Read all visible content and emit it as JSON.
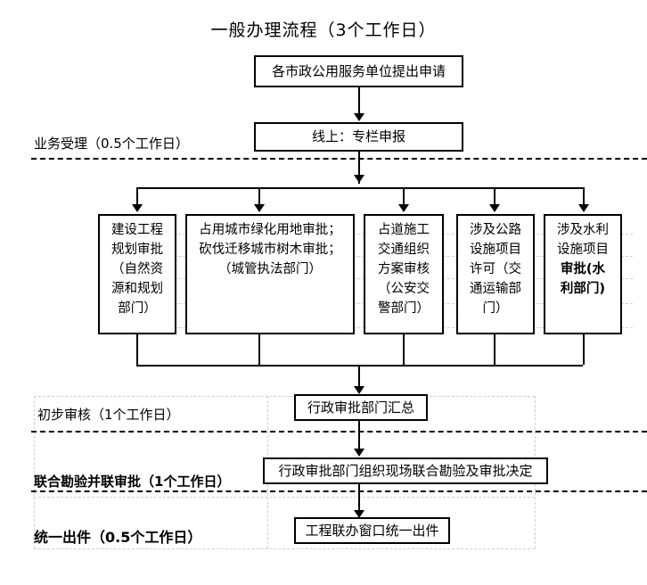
{
  "title": "一般办理流程（3个工作日）",
  "flow": {
    "apply_box": "各市政公用服务单位提出申请",
    "online_box": "线上：专栏申报",
    "summary_box": "行政审批部门汇总",
    "joint_box": "行政审批部门组织现场联合勘验及审批决定",
    "output_box": "工程联办窗口统一出件"
  },
  "stages": [
    {
      "id": "acceptance",
      "label": "业务受理（0.5个工作日）",
      "bold": false
    },
    {
      "id": "preliminary",
      "label": "初步审核（1个工作日）",
      "bold": false
    },
    {
      "id": "joint-review",
      "label": "联合勘验并联审批（1个工作日）",
      "bold": true
    },
    {
      "id": "unified-output",
      "label": "统一出件（0.5个工作日）",
      "bold": true
    }
  ],
  "branches": [
    {
      "id": "planning",
      "lines": [
        "建设工程",
        "规划审批",
        "（自然资",
        "源和规划",
        "部门）"
      ],
      "bold_from": -1
    },
    {
      "id": "greening",
      "lines": [
        "占用城市绿化用地审批；",
        "砍伐迁移城市树木审批；",
        "（城管执法部门）"
      ],
      "bold_from": -1
    },
    {
      "id": "road-traffic",
      "lines": [
        "占道施工",
        "交通组织",
        "方案审核",
        "（公安交",
        "警部门）"
      ],
      "bold_from": -1
    },
    {
      "id": "highway",
      "lines": [
        "涉及公路",
        "设施项目",
        "许可（交",
        "通运输部",
        "门）"
      ],
      "bold_from": -1
    },
    {
      "id": "water",
      "lines": [
        "涉及水利",
        "设施项目",
        "审批(水",
        "利部门)"
      ],
      "bold_from": 2
    }
  ],
  "colors": {
    "ink": "#000000",
    "paper": "#ffffff",
    "grid": "#cfcfcf"
  }
}
